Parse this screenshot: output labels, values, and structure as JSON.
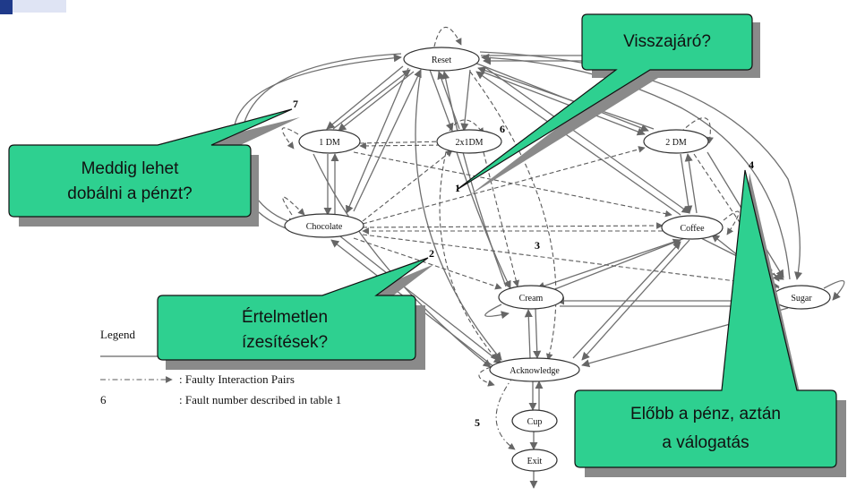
{
  "corner_mark_color": "#1f3a8a",
  "callout_color": "#2ed090",
  "nodes": [
    {
      "id": "reset",
      "label": "Reset"
    },
    {
      "id": "dm1",
      "label": "1 DM"
    },
    {
      "id": "dm2x1",
      "label": "2x1DM"
    },
    {
      "id": "dm2",
      "label": "2 DM"
    },
    {
      "id": "chocolate",
      "label": "Chocolate"
    },
    {
      "id": "coffee",
      "label": "Coffee"
    },
    {
      "id": "cream",
      "label": "Cream"
    },
    {
      "id": "sugar",
      "label": "Sugar"
    },
    {
      "id": "acknowledge",
      "label": "Acknowledge"
    },
    {
      "id": "cup",
      "label": "Cup"
    },
    {
      "id": "exit",
      "label": "Exit"
    }
  ],
  "fault_numbers": [
    "1",
    "2",
    "3",
    "4",
    "5",
    "6",
    "7"
  ],
  "legend": {
    "title": "Legend",
    "faulty_label": ": Faulty Interaction Pairs",
    "fault_number_example": "6",
    "fault_number_label": ": Fault number described in table 1"
  },
  "callouts": [
    {
      "id": "visszajaro",
      "lines": [
        "Visszajáró?"
      ]
    },
    {
      "id": "meddig",
      "lines": [
        "Meddig lehet",
        "dobálni a pénzt?"
      ]
    },
    {
      "id": "ertelmetlen",
      "lines": [
        "Értelmetlen",
        "ízesítések?"
      ]
    },
    {
      "id": "elobb",
      "lines": [
        "Előbb a pénz, aztán",
        "a válogatás"
      ]
    }
  ]
}
